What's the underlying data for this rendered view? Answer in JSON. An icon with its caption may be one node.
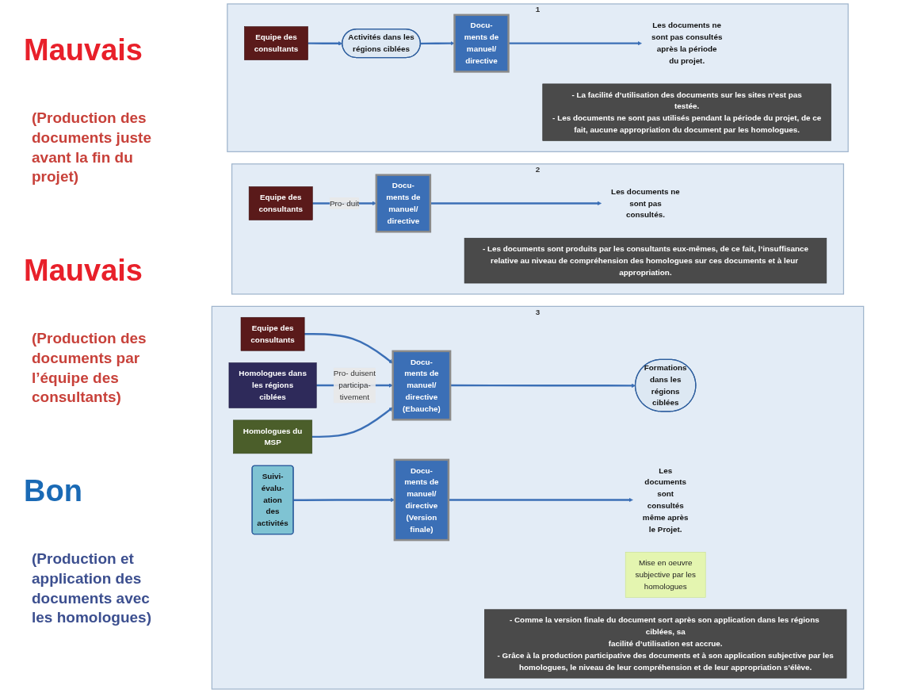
{
  "diagram": {
    "nodes": [
      {
        "text": [
          "1"
        ]
      },
      {
        "text": [
          "Equipe des consultants"
        ],
        "in": 0
      },
      {
        "text": [
          "Activités dans les régions ciblées"
        ],
        "in": 0
      },
      {
        "text": [
          "Docu- ments de manuel/ directive"
        ],
        "in": 0
      },
      {
        "text": [
          "Les documents ne sont pas consultés après la période du projet."
        ],
        "in": 0
      },
      {
        "text": [
          "- La facilité d’utilisation des documents sur les sites n’est pas testée.",
          "- Les documents ne sont pas utilisés pendant la période du projet, de ce fait, aucune appropriation du document par les homologues."
        ],
        "in": 0
      },
      {
        "text": [
          "2"
        ]
      },
      {
        "text": [
          "Equipe des consultants"
        ],
        "in": 6
      },
      {
        "text": [
          "Docu- ments de manuel/ directive"
        ],
        "in": 6
      },
      {
        "text": [
          "Les documents ne sont pas consultés."
        ],
        "in": 6
      },
      {
        "text": [
          "- Les documents sont produits par les consultants eux-mêmes, de ce fait, l’insuffisance relative au niveau de compréhension des homologues sur ces documents et à leur appropriation."
        ],
        "in": 6
      },
      {
        "text": [
          "3"
        ]
      },
      {
        "text": [
          "Equipe des consultants"
        ],
        "in": 11
      },
      {
        "text": [
          "Homologues dans les régions ciblées"
        ],
        "in": 11
      },
      {
        "text": [
          "Homologues du MSP"
        ],
        "in": 11
      },
      {
        "text": [
          "Docu- ments de manuel/ directive (Ebauche)"
        ],
        "in": 11
      },
      {
        "text": [
          "Formations dans les régions ciblées"
        ],
        "in": 11
      },
      {
        "text": [
          "Suivi- évalu- ation des activités"
        ],
        "in": 11
      },
      {
        "text": [
          "Mise en oeuvre subjective par les homologues"
        ],
        "in": 11
      },
      {
        "text": [
          "Docu- ments de manuel/ directive (Version finale)"
        ],
        "in": 11
      },
      {
        "text": [
          "Les documents sont consultés même après le Projet."
        ],
        "in": 11
      },
      {
        "text": [
          "- Comme la version finale du document sort après son application dans les régions ciblées, sa facilité d’utilisation est accrue.",
          "- Grâce à la production participative des documents et à son application subjective par les homologues, le niveau de leur compréhension et de leur appropriation s’élève."
        ],
        "in": 11
      }
    ],
    "edges": [
      {
        "from": 1,
        "to": 2,
        "arrow": "to"
      },
      {
        "from": 2,
        "to": 3,
        "arrow": "to"
      },
      {
        "from": 3,
        "to": 4,
        "arrow": "to"
      },
      {
        "from": 7,
        "to": 8,
        "arrow": "to",
        "label": "Pro- duit"
      },
      {
        "from": 8,
        "to": 9,
        "arrow": "to"
      },
      {
        "from": 12,
        "to": 15,
        "arrow": "to"
      },
      {
        "from": 13,
        "to": 15,
        "arrow": "to",
        "label": "Pro- duisent participa- tivement"
      },
      {
        "from": 14,
        "to": 15,
        "arrow": "to"
      },
      {
        "from": 15,
        "to": 16,
        "arrow": "to"
      },
      {
        "from": 17,
        "to": 19,
        "arrow": "to"
      },
      {
        "from": 19,
        "to": 20,
        "arrow": "to"
      }
    ],
    "labels": [
      "Mauvais",
      "(Production des documents juste avant la fin du projet)",
      "Mauvais",
      "(Production des documents par l’équipe des consultants)",
      "Bon",
      "(Production et application des documents avec les homologues)"
    ]
  }
}
